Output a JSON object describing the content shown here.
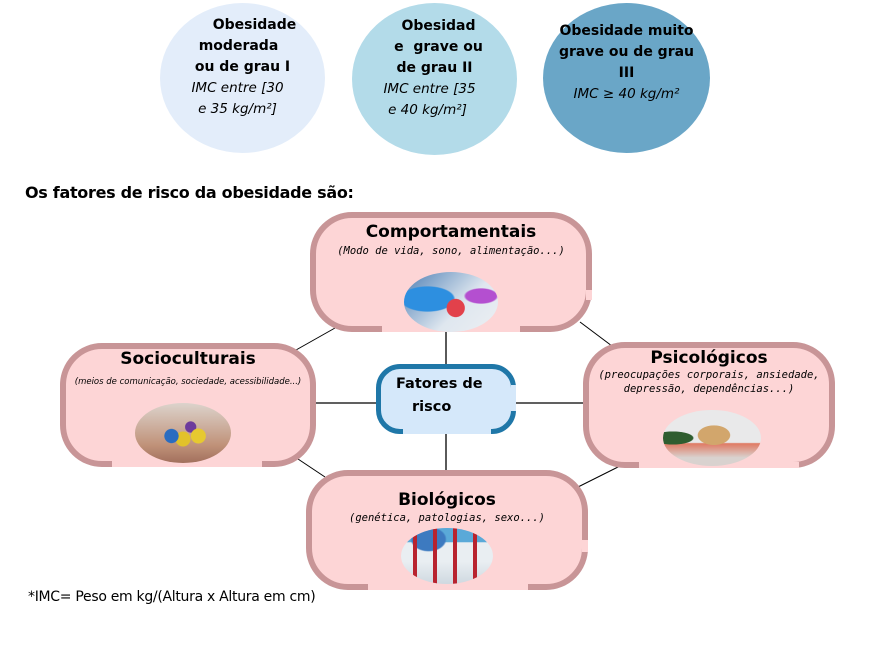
{
  "obesity_classes": [
    {
      "title_lines": [
        "Obesidade",
        "moderada",
        "ou de grau I"
      ],
      "range_lines": [
        "IMC entre [30",
        "e 35 kg/m²]"
      ],
      "color": "#e3edfa"
    },
    {
      "title_lines": [
        "Obesidad",
        "e  grave ou",
        "de grau II"
      ],
      "range_lines": [
        "IMC entre [35",
        "e 40 kg/m²]"
      ],
      "color": "#b3dbe9"
    },
    {
      "title_lines": [
        "Obesidade muito",
        "grave ou de grau",
        "III"
      ],
      "range_lines": [
        "IMC ≥ 40 kg/m²"
      ],
      "color": "#6aa6c7"
    }
  ],
  "risk_heading": "Os fatores de risco da obesidade são:",
  "center_node": {
    "lines": [
      "Fatores de",
      "risco"
    ]
  },
  "risk_factors": [
    {
      "id": "comportamentais",
      "title": "Comportamentais",
      "description": "(Modo de vida, sono, alimentação...)",
      "image": "fitness-apple-photo"
    },
    {
      "id": "socioculturais",
      "title": "Socioculturais",
      "description": "(meios de comunicação, sociedade,  acessibilidade...)",
      "image": "hands-paper-people-photo"
    },
    {
      "id": "psicologicos",
      "title": "Psicológicos",
      "description_lines": [
        "(preocupações corporais, ansiedade,",
        "depressão, dependências...)"
      ],
      "image": "stressed-woman-photo"
    },
    {
      "id": "biologicos",
      "title": "Biológicos",
      "description": "(genética, patologias, sexo...)",
      "image": "blood-test-tubes-photo"
    }
  ],
  "colors": {
    "node_fill": "#fdd5d6",
    "node_border": "#c89597",
    "center_fill": "#d5e8fa",
    "center_border": "#1f77a8"
  },
  "footnote": "*IMC= Peso em kg/(Altura x Altura em cm)"
}
